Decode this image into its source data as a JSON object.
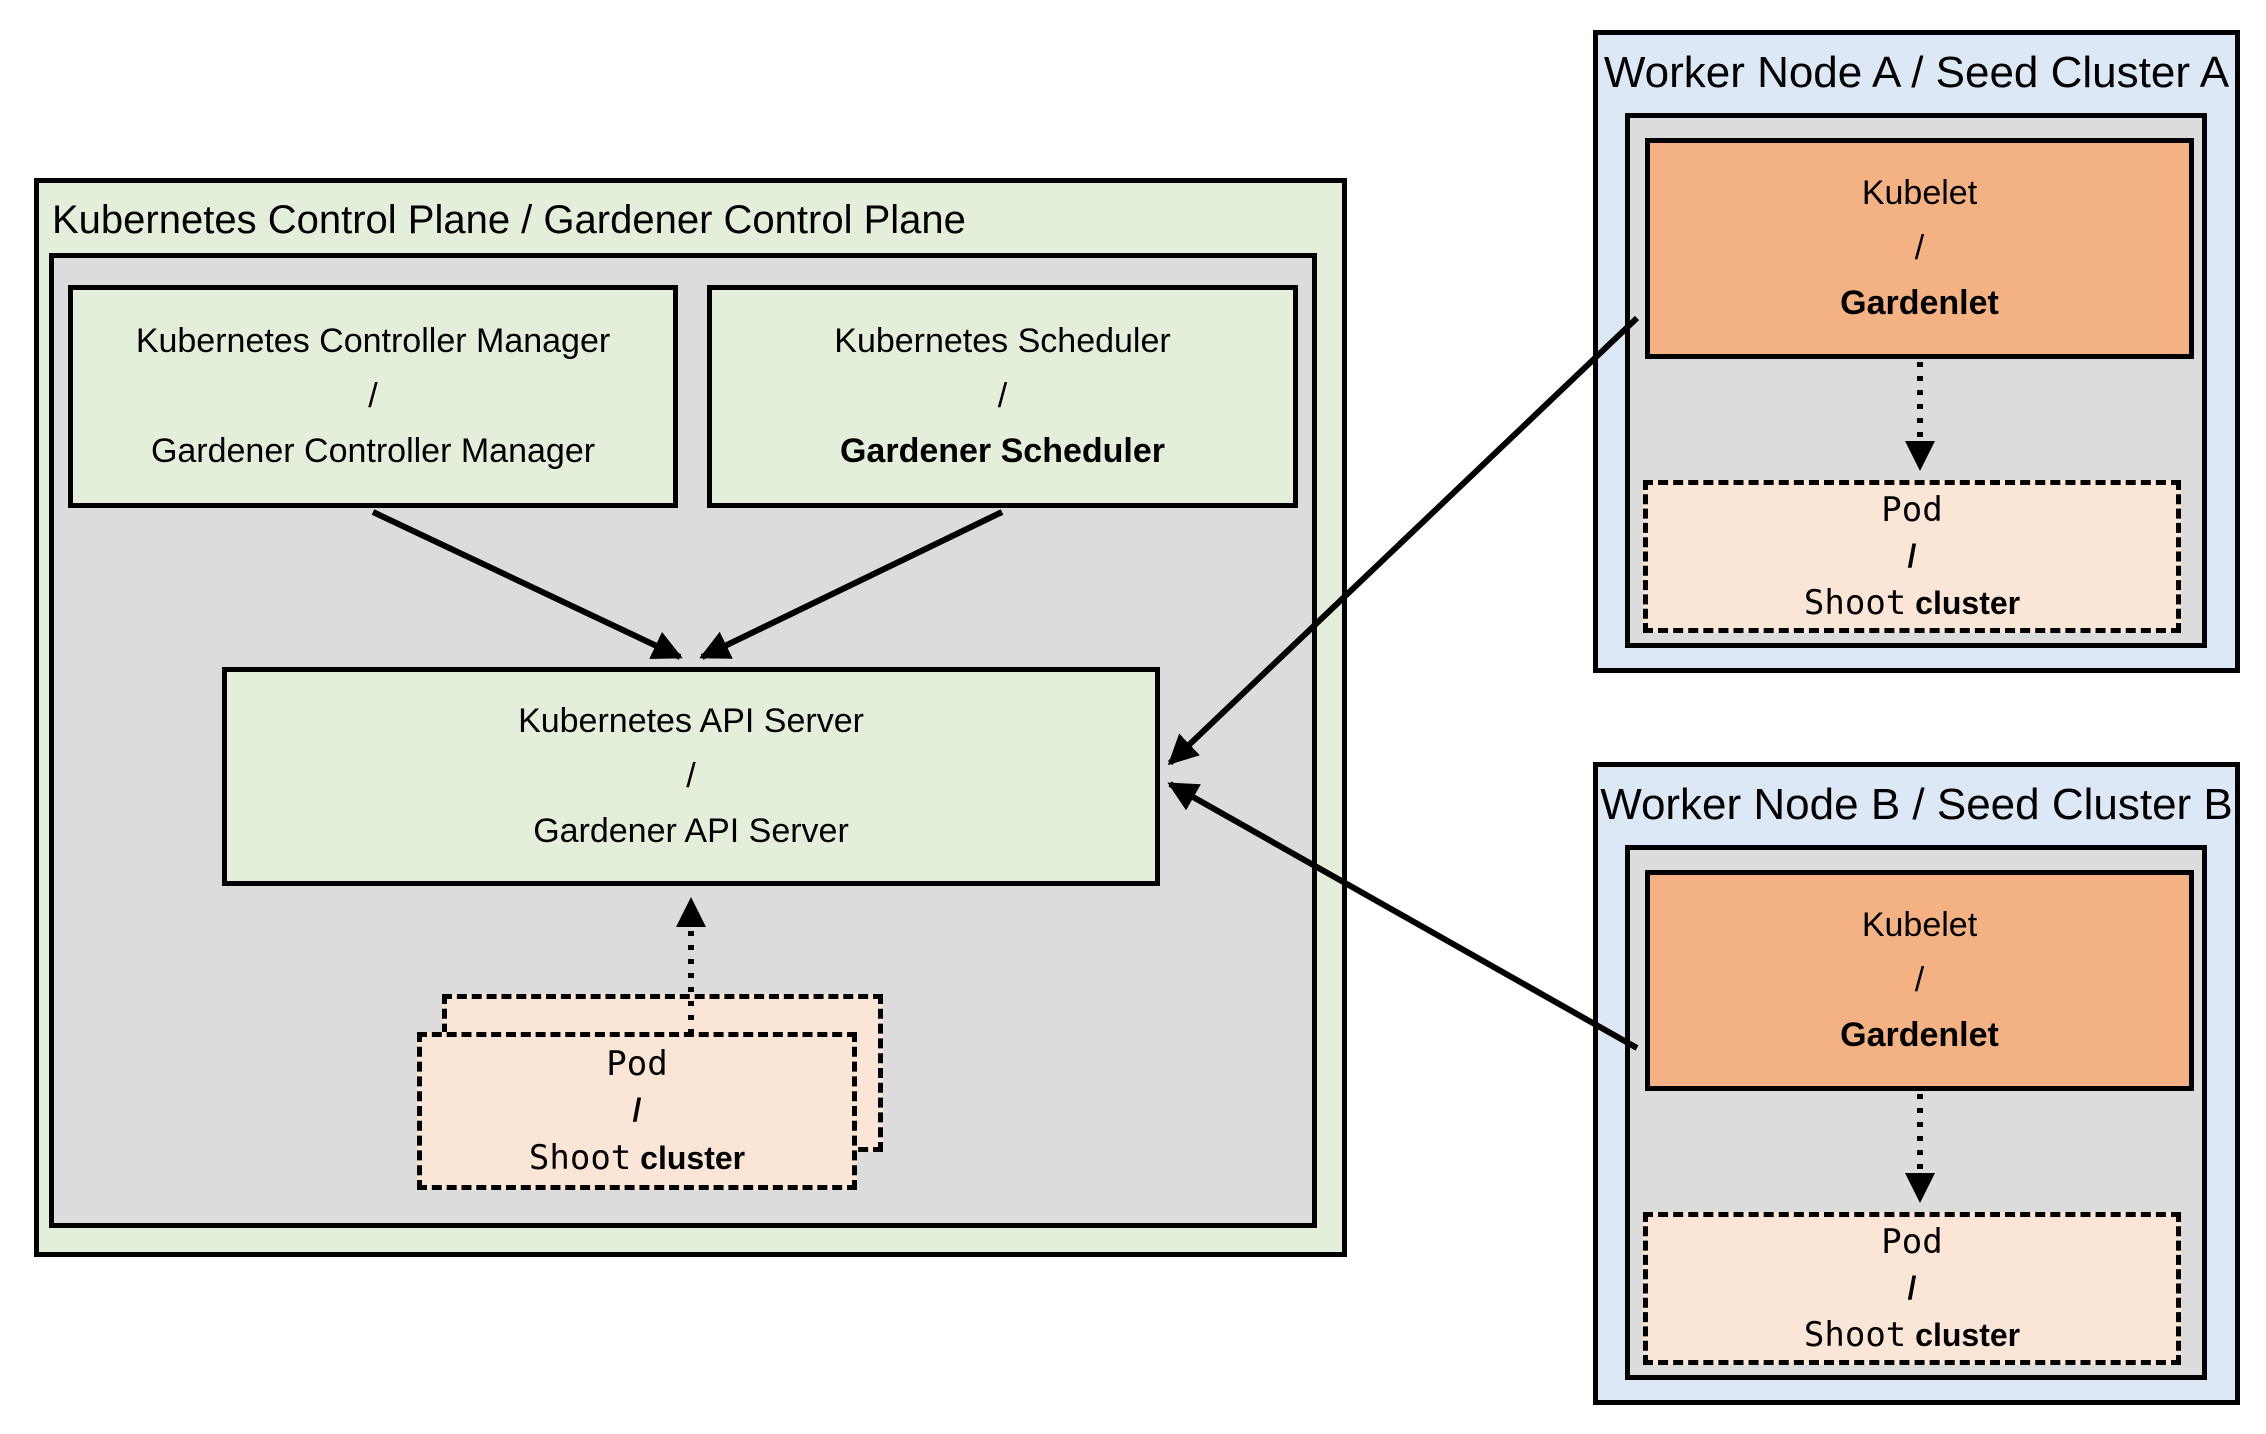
{
  "diagram": {
    "control_plane": {
      "title": "Kubernetes Control Plane / Gardener Control Plane",
      "controller_manager": {
        "line1": "Kubernetes Controller Manager",
        "separator": "/",
        "line2": "Gardener Controller Manager"
      },
      "scheduler": {
        "line1": "Kubernetes Scheduler",
        "separator": "/",
        "line2": "Gardener Scheduler"
      },
      "api_server": {
        "line1": "Kubernetes API Server",
        "separator": "/",
        "line2": "Gardener API Server"
      },
      "pod_stack": {
        "line1": "Pod",
        "separator": "/",
        "line2_code": "Shoot",
        "line2_plain": "cluster"
      }
    },
    "worker_node_a": {
      "title": "Worker Node A / Seed Cluster A",
      "kubelet": {
        "line1": "Kubelet",
        "separator": "/",
        "line2": "Gardenlet"
      },
      "pod": {
        "line1": "Pod",
        "separator": "/",
        "line2_code": "Shoot",
        "line2_plain": "cluster"
      }
    },
    "worker_node_b": {
      "title": "Worker Node B / Seed Cluster B",
      "kubelet": {
        "line1": "Kubelet",
        "separator": "/",
        "line2": "Gardenlet"
      },
      "pod": {
        "line1": "Pod",
        "separator": "/",
        "line2_code": "Shoot",
        "line2_plain": "cluster"
      }
    }
  },
  "colors": {
    "light_green": "#e3efda",
    "gray": "#dcdcdc",
    "light_blue": "#dce8f6",
    "orange": "#f4b183",
    "peach": "#fbe5d6",
    "border": "#000000"
  }
}
